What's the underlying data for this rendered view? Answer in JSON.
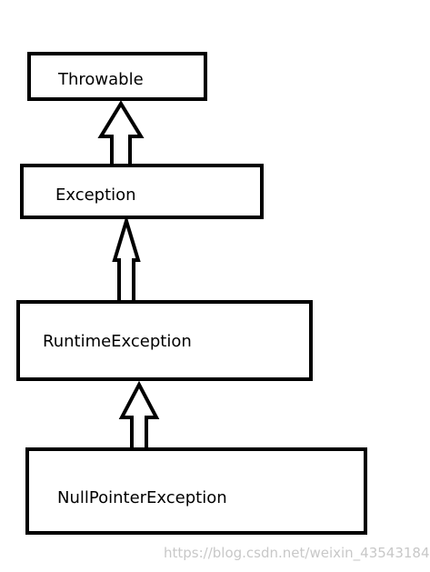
{
  "diagram": {
    "nodes": [
      {
        "id": "throwable",
        "label": "Throwable"
      },
      {
        "id": "exception",
        "label": "Exception"
      },
      {
        "id": "runtime",
        "label": "RuntimeException"
      },
      {
        "id": "npe",
        "label": "NullPointerException"
      }
    ],
    "edges": [
      {
        "from": "exception",
        "to": "throwable"
      },
      {
        "from": "runtime",
        "to": "exception"
      },
      {
        "from": "npe",
        "to": "runtime"
      }
    ],
    "colors": {
      "stroke": "#000000",
      "fill": "#ffffff",
      "watermark": "#c8c8c8"
    }
  },
  "watermark": "https://blog.csdn.net/weixin_43543184"
}
